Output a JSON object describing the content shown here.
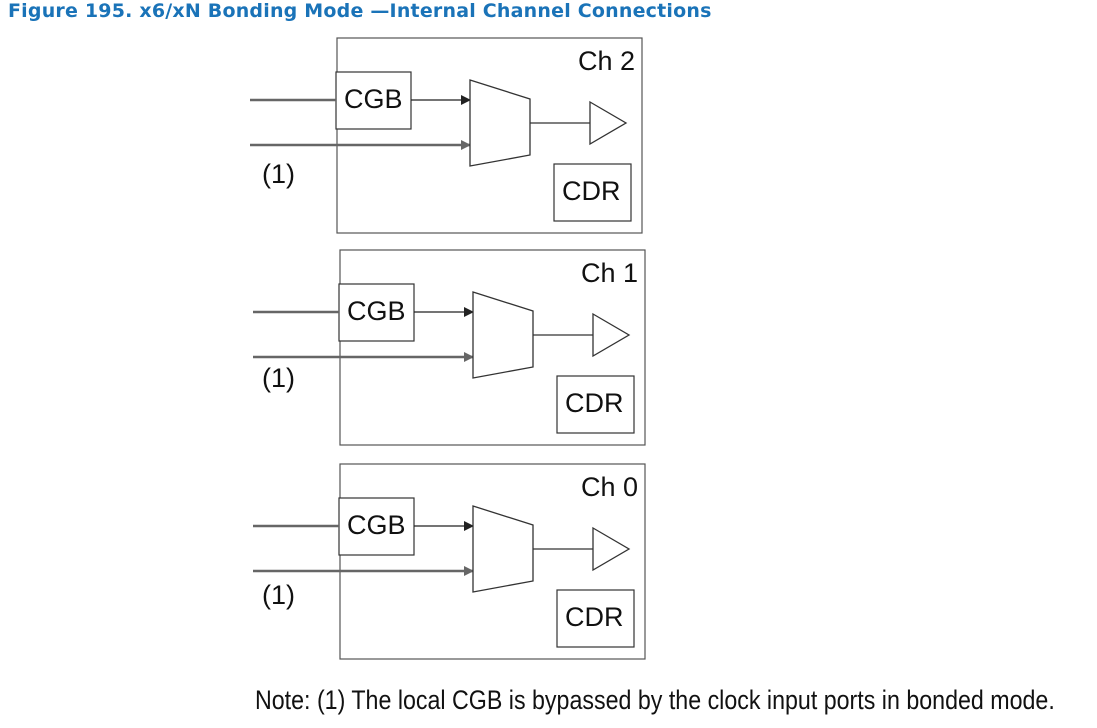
{
  "figure": {
    "title": "Figure 195.  x6/xN Bonding Mode —Internal Channel Connections"
  },
  "channels": [
    {
      "name": "Ch 2",
      "cgb_label": "CGB",
      "cdr_label": "CDR",
      "input_note": "(1)"
    },
    {
      "name": "Ch 1",
      "cgb_label": "CGB",
      "cdr_label": "CDR",
      "input_note": "(1)"
    },
    {
      "name": "Ch 0",
      "cgb_label": "CGB",
      "cdr_label": "CDR",
      "input_note": "(1)"
    }
  ],
  "note": {
    "text": "Note: (1) The local CGB is bypassed by the clock input ports in bonded mode."
  },
  "colors": {
    "title": "#1a73b8",
    "stroke": "#333333",
    "input_line": "#666666"
  }
}
